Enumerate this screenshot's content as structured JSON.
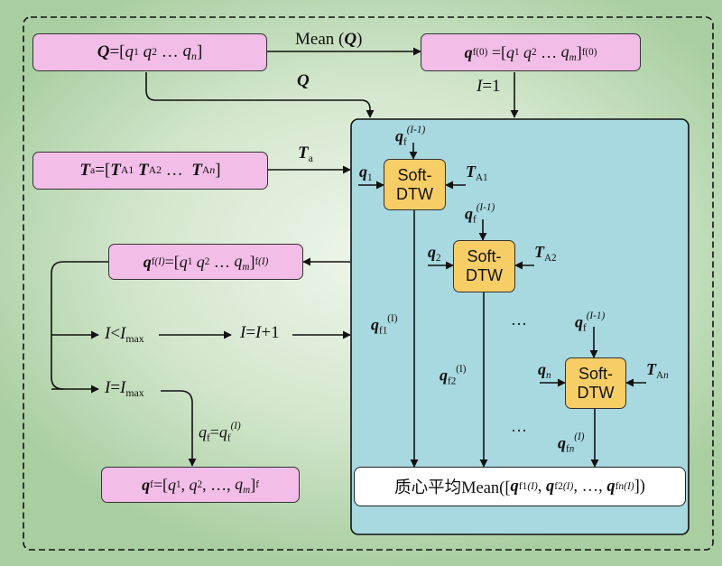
{
  "op_mean": "Mean",
  "label_iter_one": "=1",
  "label_iter_increment": "+1",
  "label_dots": "…",
  "soft_dtw": {
    "line1": "Soft-",
    "line2": "DTW"
  },
  "centroid": {
    "prefix": "质心平均Mean([",
    "suffix": "])"
  },
  "colors": {
    "background": "#c8e0c2",
    "blue_panel": "#a8d8e0",
    "pink_box": "#f2bde6",
    "soft_dtw_box": "#f7cd66",
    "centroid_box": "#ffffff"
  }
}
